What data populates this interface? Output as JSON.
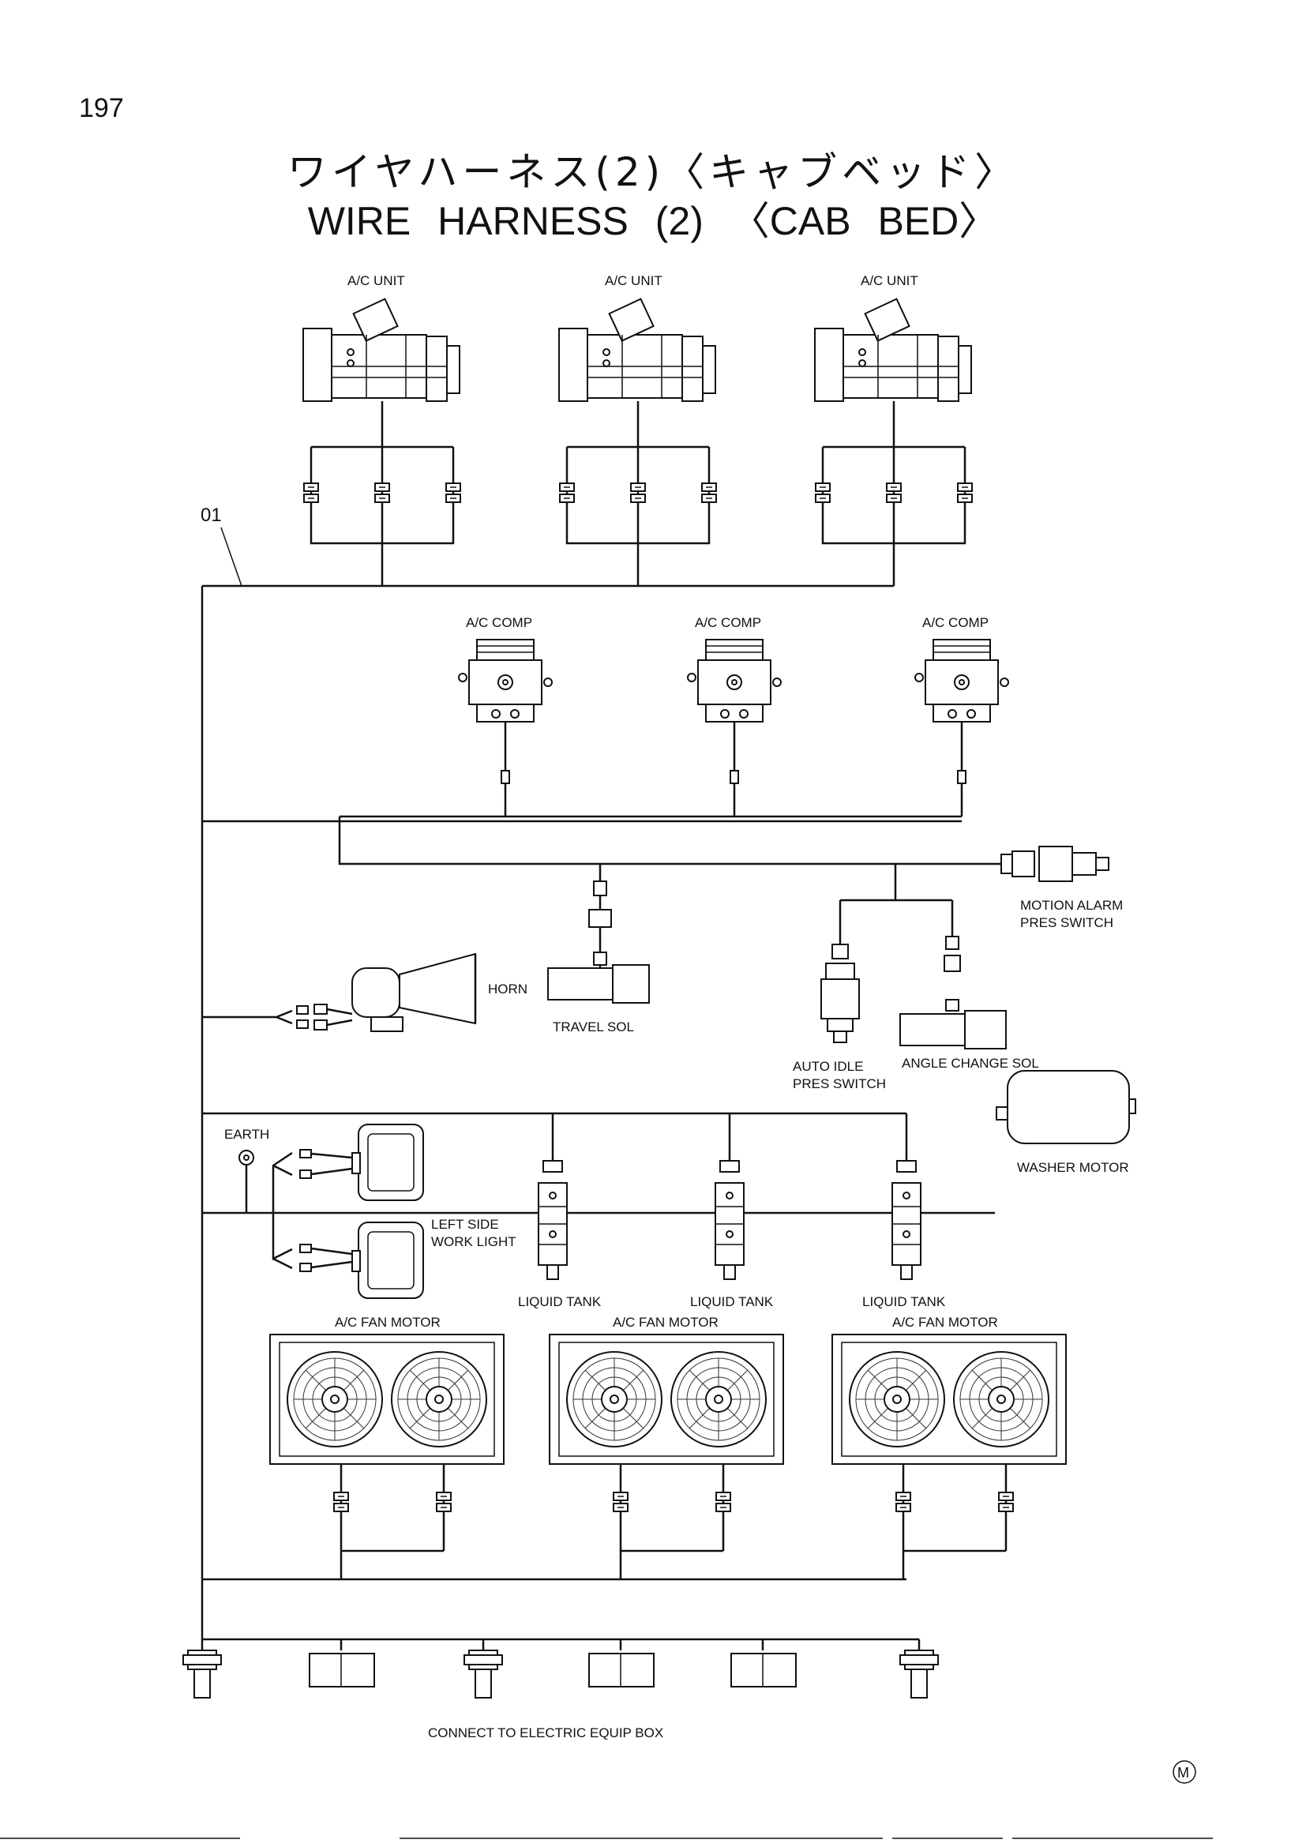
{
  "page_number": "197",
  "title_jp": "ワイヤハーネス(2)〈キャブベッド〉",
  "title_en": "WIRE   HARNESS (2) 〈CAB   BED〉",
  "harness_callout": "01",
  "labels": {
    "ac_unit": "A/C UNIT",
    "ac_comp": "A/C COMP",
    "motion_alarm_1": "MOTION ALARM",
    "motion_alarm_2": "PRES SWITCH",
    "horn": "HORN",
    "travel_sol": "TRAVEL SOL",
    "auto_idle_1": "AUTO IDLE",
    "auto_idle_2": "PRES SWITCH",
    "angle_change_sol": "ANGLE CHANGE SOL",
    "washer_motor": "WASHER MOTOR",
    "earth": "EARTH",
    "work_light_1": "LEFT SIDE",
    "work_light_2": "WORK LIGHT",
    "liquid_tank": "LIQUID TANK",
    "ac_fan_motor": "A/C FAN MOTOR",
    "connect_box": "CONNECT TO ELECTRIC EQUIP BOX"
  },
  "footer_mark": "M"
}
